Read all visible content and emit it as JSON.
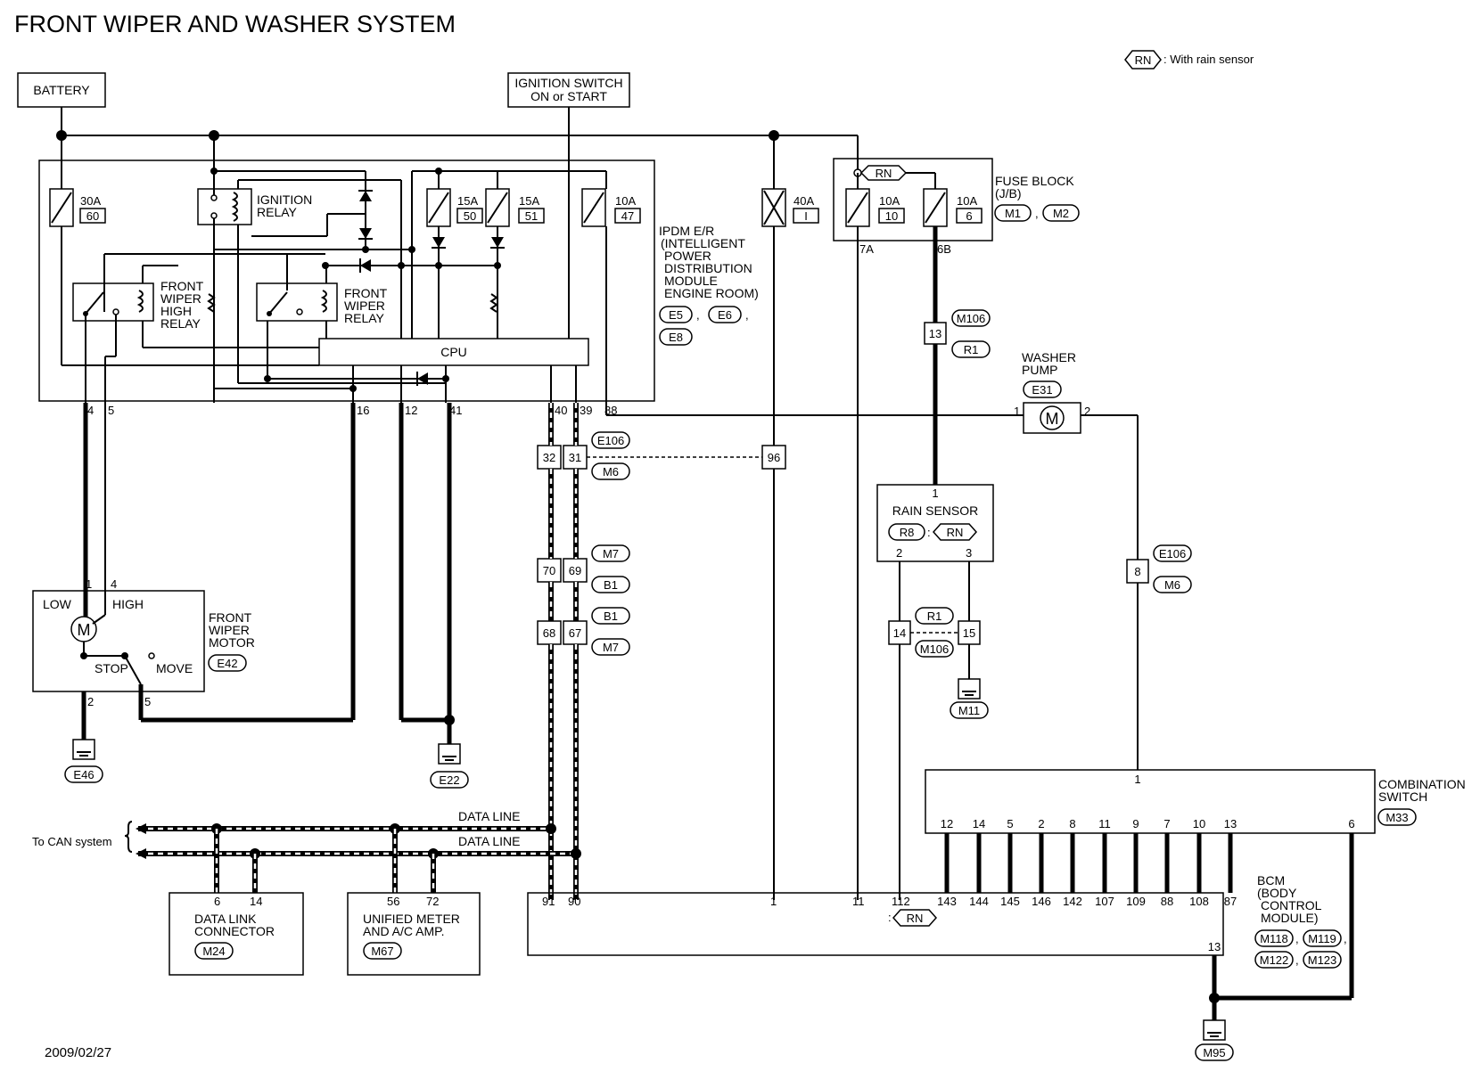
{
  "title": "FRONT WIPER AND WASHER SYSTEM",
  "legend": {
    "tag": "RN",
    "text": ": With rain sensor"
  },
  "date": "2009/02/27",
  "battery": "BATTERY",
  "ignition": {
    "line1": "IGNITION SWITCH",
    "line2": "ON or START"
  },
  "ipdm": {
    "lines": [
      "IPDM E/R",
      "(INTELLIGENT",
      "POWER",
      "DISTRIBUTION",
      "MODULE",
      "ENGINE ROOM)"
    ],
    "connectors": [
      "E5",
      "E6",
      "E8"
    ],
    "fuses": [
      {
        "amp": "30A",
        "num": "60"
      },
      {
        "amp": "15A",
        "num": "50"
      },
      {
        "amp": "15A",
        "num": "51"
      },
      {
        "amp": "10A",
        "num": "47"
      }
    ],
    "ign_relay": [
      "IGNITION",
      "RELAY"
    ],
    "hi_relay": [
      "FRONT",
      "WIPER",
      "HIGH",
      "RELAY"
    ],
    "relay": [
      "FRONT",
      "WIPER",
      "RELAY"
    ],
    "cpu": "CPU",
    "pins": [
      "4",
      "5",
      "16",
      "12",
      "41",
      "40",
      "39",
      "88"
    ]
  },
  "fuse_40a": {
    "amp": "40A",
    "num": "I"
  },
  "fuse_block": {
    "lines": [
      "FUSE BLOCK",
      "(J/B)"
    ],
    "connectors": [
      "M1",
      "M2"
    ],
    "tag": "RN",
    "fuses": [
      {
        "amp": "10A",
        "num": "10",
        "pin": "7A"
      },
      {
        "amp": "10A",
        "num": "6",
        "pin": "6B"
      }
    ]
  },
  "jc_m106": {
    "pin": "13",
    "conn1": "M106",
    "conn2": "R1"
  },
  "washer": {
    "lines": [
      "WASHER",
      "PUMP"
    ],
    "conn": "E31",
    "pin1": "1",
    "pin2": "2",
    "motor": "M"
  },
  "joint_e106": {
    "pins": [
      "32",
      "31",
      "96"
    ],
    "conn1": "E106",
    "conn2": "M6"
  },
  "joint_m7": {
    "pins": [
      "70",
      "69"
    ],
    "conn1": "M7",
    "conn2": "B1"
  },
  "joint_b1": {
    "pins": [
      "68",
      "67"
    ],
    "conn1": "B1",
    "conn2": "M7"
  },
  "rain_sensor": {
    "pin_top": "1",
    "label": "RAIN SENSOR",
    "conn": "R8",
    "tag": "RN",
    "pin_l": "2",
    "pin_r": "3"
  },
  "jc_r1": {
    "pins": [
      "14",
      "15"
    ],
    "conn1": "R1",
    "conn2": "M106"
  },
  "ground_m11": "M11",
  "jc_e106_8": {
    "pin": "8",
    "conn1": "E106",
    "conn2": "M6"
  },
  "wiper_motor": {
    "lines": [
      "FRONT",
      "WIPER",
      "MOTOR"
    ],
    "conn": "E42",
    "low": "LOW",
    "high": "HIGH",
    "stop": "STOP",
    "move": "MOVE",
    "motor": "M",
    "pins": [
      "1",
      "4",
      "2",
      "5"
    ]
  },
  "ground_e46": "E46",
  "ground_e22": "E22",
  "combo": {
    "lines": [
      "COMBINATION",
      "SWITCH"
    ],
    "conn": "M33",
    "pin_top": "1",
    "pins": [
      "12",
      "14",
      "5",
      "2",
      "8",
      "11",
      "9",
      "7",
      "10",
      "13",
      "6"
    ]
  },
  "can": {
    "label": "To CAN system",
    "line1": "DATA LINE",
    "line2": "DATA LINE"
  },
  "dlc": {
    "pins": [
      "6",
      "14"
    ],
    "lines": [
      "DATA LINK",
      "CONNECTOR"
    ],
    "conn": "M24"
  },
  "meter": {
    "pins": [
      "56",
      "72"
    ],
    "lines": [
      "UNIFIED METER",
      "AND A/C AMP."
    ],
    "conn": "M67"
  },
  "bcm": {
    "lines": [
      "BCM",
      "(BODY",
      "CONTROL",
      "MODULE)"
    ],
    "connectors": [
      "M118",
      "M119",
      "M122",
      "M123"
    ],
    "pins_left": [
      "91",
      "90",
      "1",
      "11",
      "112"
    ],
    "tag": "RN",
    "pins_right": [
      "143",
      "144",
      "145",
      "146",
      "142",
      "107",
      "109",
      "88",
      "108",
      "87"
    ],
    "pin13": "13"
  },
  "ground_m95": "M95"
}
